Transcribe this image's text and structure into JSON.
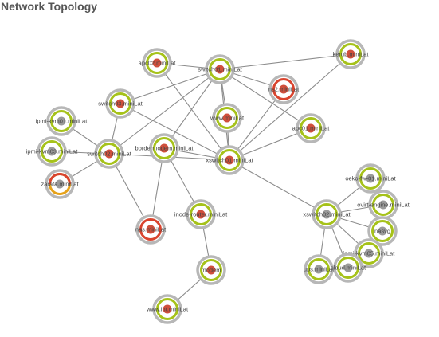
{
  "title": "Network Topology",
  "colors": {
    "ring_ok": "#a6c21a",
    "ring_warn": "#e6a21a",
    "ring_crit": "#d9442e",
    "ring_outer": "#b7b7b7",
    "core_ok": "#d04f3c",
    "core_unknown": "#9a9a9a",
    "edge": "#8c8c8c"
  },
  "nodes": [
    {
      "id": "apc02",
      "label": "apc02.miniLat",
      "state": "ok",
      "core": "ok"
    },
    {
      "id": "switch01",
      "label": "switch01.miniLat",
      "state": "ok",
      "core": "ok"
    },
    {
      "id": "kerub",
      "label": "kerub.miniLat",
      "state": "ok",
      "core": "ok"
    },
    {
      "id": "switch03",
      "label": "switch03.miniLat",
      "state": "ok",
      "core": "ok"
    },
    {
      "id": "ns2",
      "label": "ns2.miniLat",
      "state": "crit",
      "core": "ok"
    },
    {
      "id": "ipmi-kvm01",
      "label": "ipmi-kvm01.miniLat",
      "state": "ok",
      "core": "unknown"
    },
    {
      "id": "www",
      "label": "www.miniLat",
      "state": "ok",
      "core": "ok"
    },
    {
      "id": "apc01",
      "label": "apc01.miniLat",
      "state": "ok",
      "core": "ok"
    },
    {
      "id": "ipmi-kvm03",
      "label": "ipmi-kvm03.miniLat",
      "state": "ok",
      "core": "unknown"
    },
    {
      "id": "switch02",
      "label": "switch02.miniLat",
      "state": "ok",
      "core": "ok"
    },
    {
      "id": "bordermodem",
      "label": "bordermodem.miniLat",
      "state": "ok",
      "core": "ok"
    },
    {
      "id": "xswitch01",
      "label": "xswitch01.miniLat",
      "state": "ok",
      "core": "ok"
    },
    {
      "id": "zarafa",
      "label": "zarafa.miniLat",
      "state": "warn",
      "core": "unknown"
    },
    {
      "id": "oeko-fw",
      "label": "oeko-fw-01.miniLat",
      "state": "ok",
      "core": "unknown"
    },
    {
      "id": "ovirt-engine",
      "label": "ovirt-engine.miniLat",
      "state": "ok",
      "core": "unknown"
    },
    {
      "id": "xswitch02",
      "label": "xswitch02.miniLat",
      "state": "ok",
      "core": "unknown"
    },
    {
      "id": "inode-router",
      "label": "inode-router.miniLat",
      "state": "ok",
      "core": "ok"
    },
    {
      "id": "nas",
      "label": "nas.miniLat",
      "state": "crit",
      "core": "ok"
    },
    {
      "id": "nasvg",
      "label": "nasvg",
      "state": "ok",
      "core": "unknown"
    },
    {
      "id": "ipmi-kvm05",
      "label": "ipmi-kvm05.miniLat",
      "state": "ok",
      "core": "unknown"
    },
    {
      "id": "ups",
      "label": "ups.miniLat",
      "state": "ok",
      "core": "unknown"
    },
    {
      "id": "cloud",
      "label": "cloud.miniLat",
      "state": "ok",
      "core": "unknown"
    },
    {
      "id": "modem",
      "label": "modem",
      "state": "ok",
      "core": "ok"
    },
    {
      "id": "wwwint",
      "label": "www.int.miniLat",
      "state": "ok",
      "core": "ok"
    }
  ],
  "edges": [
    [
      "apc02",
      "switch01"
    ],
    [
      "apc02",
      "xswitch01"
    ],
    [
      "switch01",
      "kerub"
    ],
    [
      "switch01",
      "switch03"
    ],
    [
      "switch01",
      "ns2"
    ],
    [
      "switch01",
      "www"
    ],
    [
      "switch01",
      "xswitch01"
    ],
    [
      "switch01",
      "switch02"
    ],
    [
      "switch01",
      "bordermodem"
    ],
    [
      "switch01",
      "apc01"
    ],
    [
      "kerub",
      "xswitch01"
    ],
    [
      "ns2",
      "xswitch01"
    ],
    [
      "www",
      "xswitch01"
    ],
    [
      "apc01",
      "xswitch01"
    ],
    [
      "switch03",
      "switch02"
    ],
    [
      "switch03",
      "xswitch01"
    ],
    [
      "ipmi-kvm01",
      "switch02"
    ],
    [
      "ipmi-kvm03",
      "switch02"
    ],
    [
      "zarafa",
      "switch02"
    ],
    [
      "switch02",
      "nas"
    ],
    [
      "switch02",
      "xswitch01"
    ],
    [
      "bordermodem",
      "xswitch01"
    ],
    [
      "bordermodem",
      "nas"
    ],
    [
      "bordermodem",
      "inode-router"
    ],
    [
      "xswitch01",
      "xswitch02"
    ],
    [
      "inode-router",
      "modem"
    ],
    [
      "modem",
      "wwwint"
    ],
    [
      "xswitch02",
      "oeko-fw"
    ],
    [
      "xswitch02",
      "ovirt-engine"
    ],
    [
      "xswitch02",
      "nasvg"
    ],
    [
      "xswitch02",
      "ipmi-kvm05"
    ],
    [
      "xswitch02",
      "ups"
    ],
    [
      "xswitch02",
      "cloud"
    ]
  ]
}
